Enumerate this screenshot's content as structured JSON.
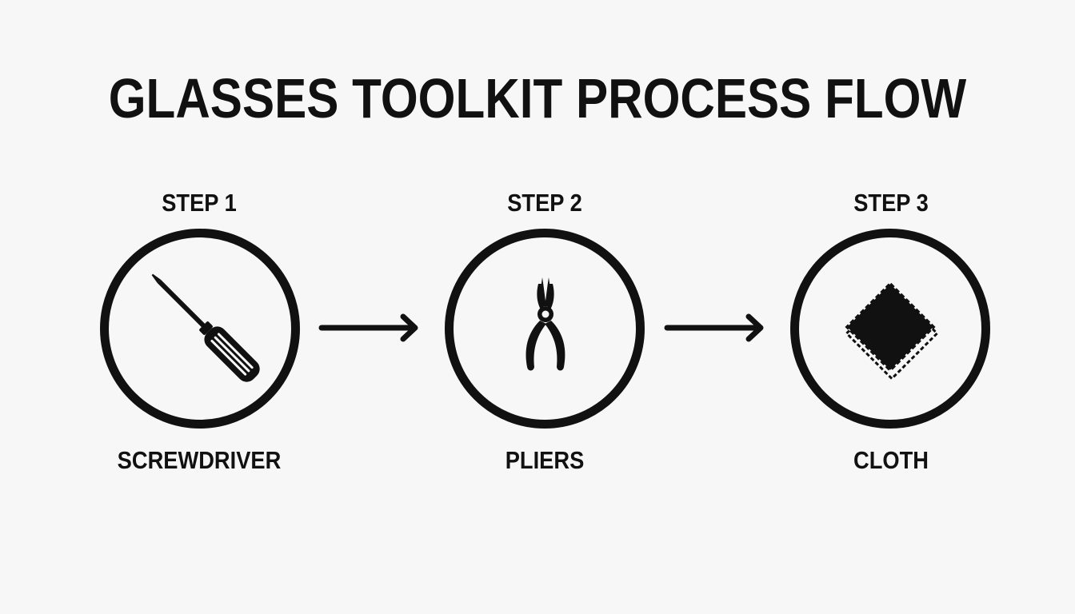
{
  "title": "GLASSES TOOLKIT PROCESS FLOW",
  "steps": [
    {
      "step_label": "STEP 1",
      "tool": "SCREWDRIVER",
      "icon": "screwdriver-icon"
    },
    {
      "step_label": "STEP 2",
      "tool": "PLIERS",
      "icon": "pliers-icon"
    },
    {
      "step_label": "STEP 3",
      "tool": "CLOTH",
      "icon": "cloth-icon"
    }
  ],
  "colors": {
    "background": "#f7f7f7",
    "foreground": "#111111"
  }
}
